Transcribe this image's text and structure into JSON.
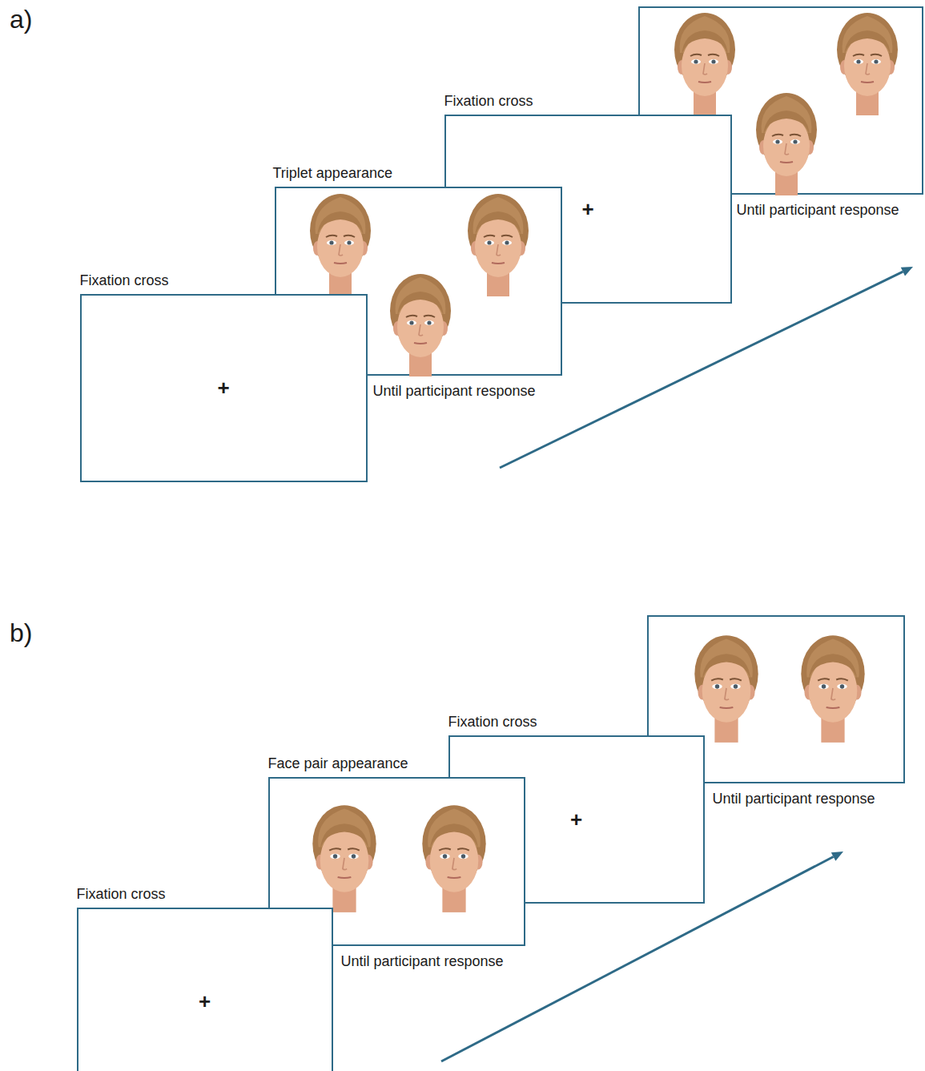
{
  "diagram": {
    "nodes": [
      {
        "text": [
          "Fixation cross",
          "+"
        ]
      },
      {
        "text": [
          "Triplet appearance",
          "Until participant response"
        ]
      },
      {
        "text": [
          "Fixation cross",
          "+"
        ]
      },
      {
        "text": [
          "Until participant response"
        ]
      },
      {
        "text": [
          "Fixation cross",
          "+"
        ]
      },
      {
        "text": [
          "Face pair appearance",
          "Until participant response"
        ]
      },
      {
        "text": [
          "Fixation cross",
          "+"
        ]
      },
      {
        "text": [
          "Until participant response"
        ]
      }
    ],
    "labels": [
      "a)",
      "b)"
    ]
  }
}
